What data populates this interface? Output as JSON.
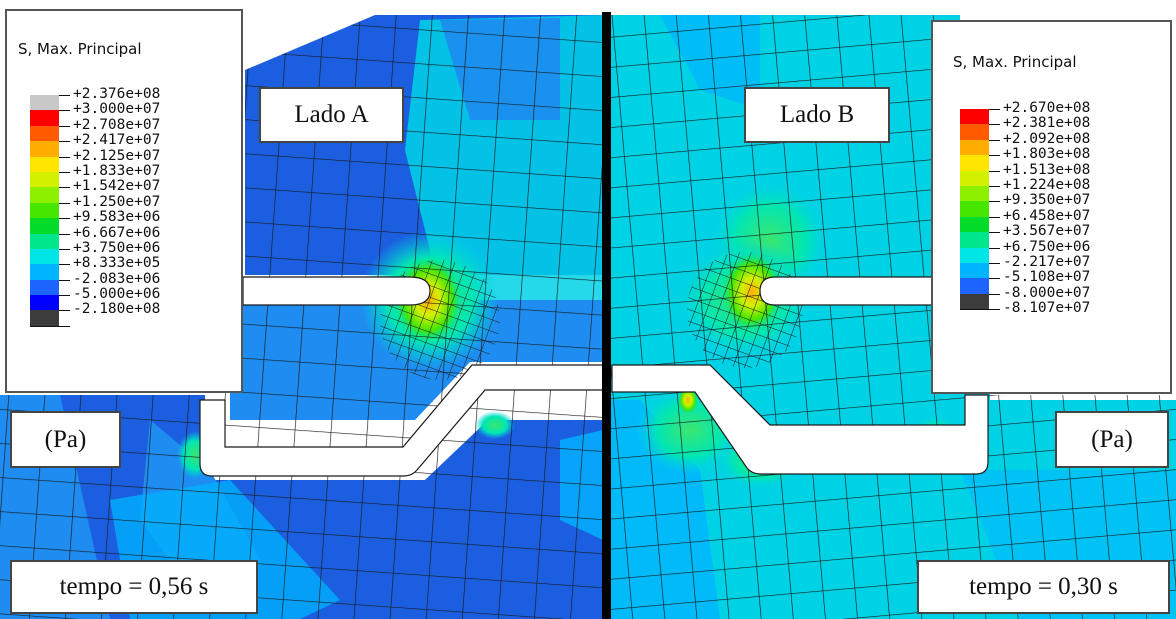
{
  "left_panel": {
    "side_label": "Lado A",
    "unit_label": "(Pa)",
    "time_label": "tempo = 0,56 s",
    "legend": {
      "title": "S, Max. Principal",
      "values": [
        "+2.376e+08",
        "+3.000e+07",
        "+2.708e+07",
        "+2.417e+07",
        "+2.125e+07",
        "+1.833e+07",
        "+1.542e+07",
        "+1.250e+07",
        "+9.583e+06",
        "+6.667e+06",
        "+3.750e+06",
        "+8.333e+05",
        "-2.083e+06",
        "-5.000e+06",
        "-2.180e+08"
      ],
      "colors": [
        "#c8c8c8",
        "#ff0000",
        "#ff5a00",
        "#ffae00",
        "#ffe600",
        "#d2f000",
        "#8cf000",
        "#46e600",
        "#00dc28",
        "#00e68c",
        "#00e6e6",
        "#00b4ff",
        "#1e64ff",
        "#0000ff",
        "#3c3c3c"
      ]
    }
  },
  "right_panel": {
    "side_label": "Lado B",
    "unit_label": "(Pa)",
    "time_label": "tempo = 0,30 s",
    "legend": {
      "title": "S, Max. Principal",
      "values": [
        "+2.670e+08",
        "+2.381e+08",
        "+2.092e+08",
        "+1.803e+08",
        "+1.513e+08",
        "+1.224e+08",
        "+9.350e+07",
        "+6.458e+07",
        "+3.567e+07",
        "+6.750e+06",
        "-2.217e+07",
        "-5.108e+07",
        "-8.000e+07",
        "-8.107e+07"
      ],
      "colors": [
        "#ff0000",
        "#ff5a00",
        "#ffae00",
        "#ffe600",
        "#d2f000",
        "#8cf000",
        "#46e600",
        "#00dc28",
        "#00e68c",
        "#00e6e6",
        "#00b4ff",
        "#1e64ff",
        "#3c3c3c"
      ]
    }
  },
  "colors": {
    "mesh_dark_blue": "#1b5fe0",
    "mesh_mid_blue": "#1e8cf0",
    "mesh_cyan": "#00d2e6",
    "mesh_green": "#3ce66e",
    "mesh_lines": "#1a1a1a",
    "divider": "#000000"
  }
}
